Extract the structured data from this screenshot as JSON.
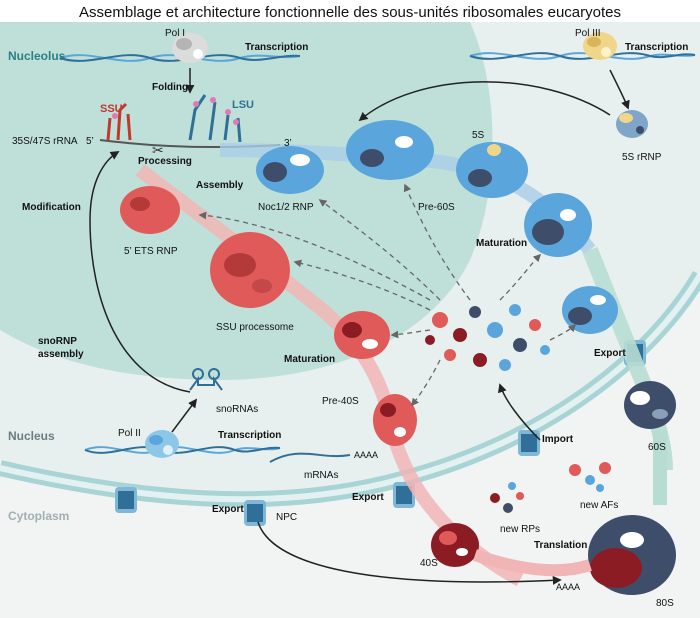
{
  "title": "Assemblage et architecture fonctionnelle des sous-unités ribosomales eucaryotes",
  "regions": {
    "nucleolus": "Nucleolus",
    "nucleus": "Nucleus",
    "cytoplasm": "Cytoplasm"
  },
  "labels": {
    "pol1": "Pol I",
    "transcription_top": "Transcription",
    "pol3": "Pol III",
    "transcription_right": "Transcription",
    "folding": "Folding",
    "ssu": "SSU",
    "lsu": "LSU",
    "rrna": "35S/47S rRNA",
    "five_prime": "5’",
    "three_prime": "3’",
    "processing": "Processing",
    "assembly": "Assembly",
    "modification": "Modification",
    "noc": "Noc1/2 RNP",
    "pre60s": "Pre-60S",
    "fiveS": "5S",
    "fiveS_rnp": "5S rRNP",
    "maturation_right": "Maturation",
    "ets": "5’ ETS RNP",
    "ssu_proc": "SSU processome",
    "snornp": "snoRNP",
    "assembly2": "assembly",
    "maturation_left": "Maturation",
    "snornas": "snoRNAs",
    "pre40s": "Pre-40S",
    "export_right": "Export",
    "sixtyS": "60S",
    "pol2": "Pol II",
    "transcription_mid": "Transcription",
    "aaaa1": "AAAA",
    "mrnas": "mRNAs",
    "import": "Import",
    "export_mid": "Export",
    "export_left": "Export",
    "npc": "NPC",
    "new_afs": "new AFs",
    "new_rps": "new RPs",
    "translation": "Translation",
    "fortyS": "40S",
    "aaaa2": "AAAA",
    "eightyS": "80S"
  },
  "colors": {
    "nucleolus": "#bfe0d8",
    "nucleus": "#e7f0ee",
    "cytoplasm": "#f2f3f3",
    "ssu_red": "#e05a5a",
    "ssu_dark": "#8c1c24",
    "lsu_blue": "#5aa6dc",
    "lsu_navy": "#3e4e6a",
    "membrane": "#a8d4d6"
  }
}
